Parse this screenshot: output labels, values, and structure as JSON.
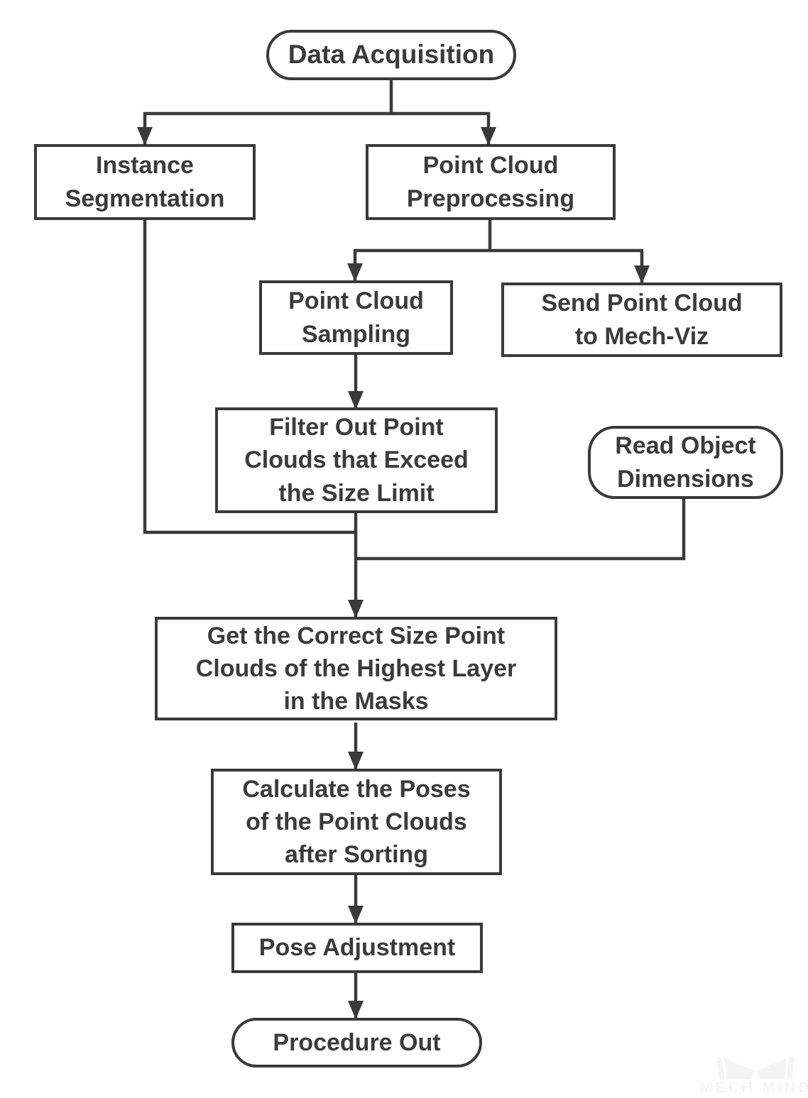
{
  "diagram": {
    "nodes": {
      "data_acquisition": "Data Acquisition",
      "instance_segmentation": "Instance\nSegmentation",
      "point_cloud_preprocessing": "Point Cloud\nPreprocessing",
      "point_cloud_sampling": "Point Cloud\nSampling",
      "send_point_cloud": "Send Point Cloud\nto Mech-Viz",
      "filter_size_limit": "Filter Out Point\nClouds that Exceed\nthe Size Limit",
      "read_object_dimensions": "Read Object\nDimensions",
      "get_correct_size": "Get the Correct Size Point\nClouds of the Highest Layer\nin the Masks",
      "calculate_poses": "Calculate the Poses\nof the Point Clouds\nafter Sorting",
      "pose_adjustment": "Pose Adjustment",
      "procedure_out": "Procedure Out"
    },
    "colors": {
      "stroke": "#3a3a3a",
      "text": "#3b3b3b",
      "background": "#ffffff",
      "watermark": "#f5f5f5"
    }
  },
  "watermark": {
    "text": "MECH MIND"
  }
}
